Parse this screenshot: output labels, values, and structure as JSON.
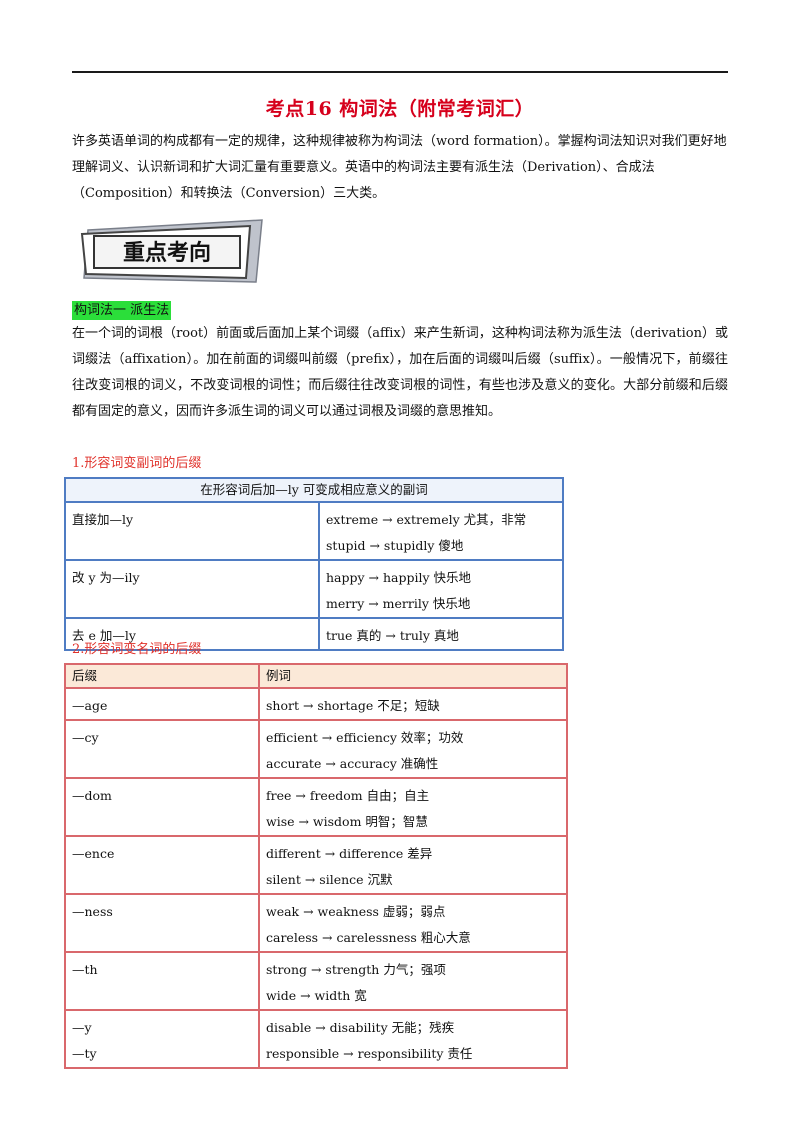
{
  "title": "考点16  构词法（附常考词汇）",
  "intro": "许多英语单词的构成都有一定的规律，这种规律被称为构词法（word formation）。掌握构词法知识对我们更好地理解词义、认识新词和扩大词汇量有重要意义。英语中的构词法主要有派生法（Derivation）、合成法（Composition）和转换法（Conversion）三大类。",
  "badge_text": "重点考向",
  "section_label": "构词法一      派生法",
  "derivation_paragraph": "在一个词的词根（root）前面或后面加上某个词缀（affix）来产生新词，这种构词法称为派生法（derivation）或词缀法（affixation）。加在前面的词缀叫前缀（prefix），加在后面的词缀叫后缀（suffix）。一般情况下，前缀往往改变词根的词义，不改变词根的词性；而后缀往往改变词根的词性，有些也涉及意义的变化。大部分前缀和后缀都有固定的意义，因而许多派生词的词义可以通过词根及词缀的意思推知。",
  "sub1": "1.形容词变副词的后缀",
  "table1": {
    "header": "在形容词后加—ly 可变成相应意义的副词",
    "rows": [
      {
        "rule": "直接加—ly",
        "examples": [
          "extreme → extremely 尤其，非常",
          "stupid → stupidly  傻地"
        ]
      },
      {
        "rule": "改 y 为—ily",
        "examples": [
          "happy → happily 快乐地",
          "merry → merrily  快乐地"
        ]
      },
      {
        "rule": "去 e 加—ly",
        "examples": [
          "true 真的  →  truly 真地"
        ]
      }
    ]
  },
  "sub2": "2.形容词变名词的后缀",
  "table2": {
    "col1": "后缀",
    "col2": "例词",
    "rows": [
      {
        "suffix": [
          "—age"
        ],
        "examples": [
          "short → shortage 不足；短缺"
        ]
      },
      {
        "suffix": [
          "—cy"
        ],
        "examples": [
          "efficient → efficiency 效率；功效",
          "accurate → accuracy 准确性"
        ]
      },
      {
        "suffix": [
          "—dom"
        ],
        "examples": [
          "free → freedom 自由；自主",
          "wise → wisdom 明智；智慧"
        ]
      },
      {
        "suffix": [
          "—ence"
        ],
        "examples": [
          "different → difference 差异",
          "silent → silence 沉默"
        ]
      },
      {
        "suffix": [
          "—ness"
        ],
        "examples": [
          "weak → weakness 虚弱；弱点",
          "careless → carelessness 粗心大意"
        ]
      },
      {
        "suffix": [
          "—th"
        ],
        "examples": [
          "strong → strength 力气；强项",
          "wide → width 宽"
        ]
      },
      {
        "suffix": [
          "—y",
          "—ty"
        ],
        "examples": [
          "disable → disability 无能；残疾",
          "responsible    →    responsibility 责任"
        ]
      }
    ]
  },
  "colors": {
    "title": "#d6001c",
    "subhead": "#e0312a",
    "highlight": "#2bde3a",
    "table1_border": "#4f7cc3",
    "table2_border": "#d9686c",
    "table2_header_bg": "#fbe9d8"
  }
}
